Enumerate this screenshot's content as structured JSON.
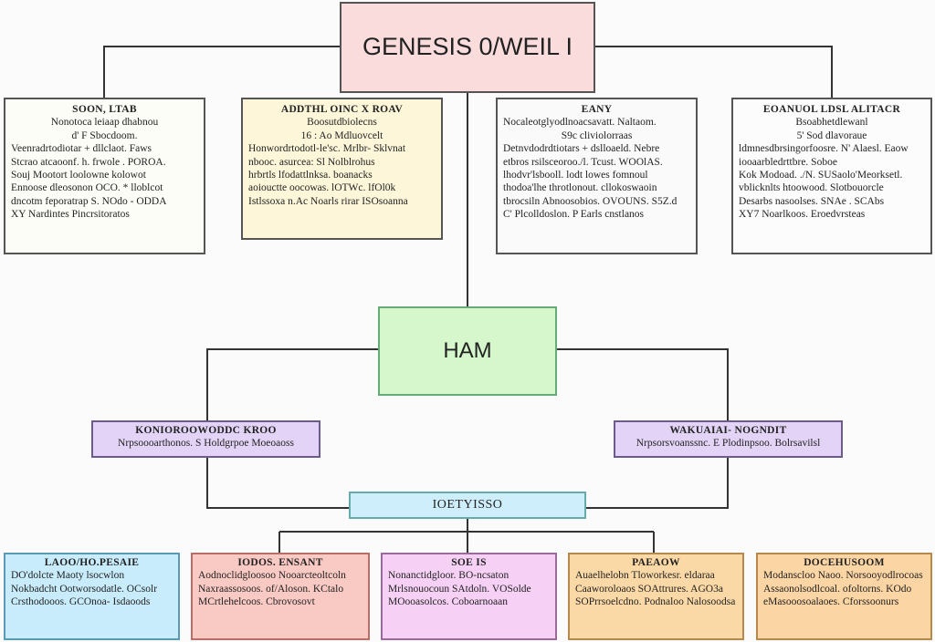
{
  "root": {
    "label": "GENESIS 0/WEIL I"
  },
  "top_cards": [
    {
      "heading": "SOON, LTAB",
      "lines": [
        "Nonotoca leiaap dhabnou",
        "d' F Sbocdoom.",
        "Veenradrtodiotar + dllclaot. Faws",
        "Stcrao atcaoonf. h. frwole . POROA.",
        "Souj Mootort loolowne kolowot",
        "Ennoose dleosonon OCO. * lloblcot",
        "dncotm feporatrap S. NOdo - ODDA",
        "XY Nardintes Pincrsitoratos"
      ]
    },
    {
      "heading": "ADDTHL OINC X ROAV",
      "lines": [
        "Boosutdbiolecns",
        "16 : Ao Mdluovcelt",
        "Honwordrtodotl-le'sc. Mrlbr- Sklvnat",
        "nbooc. asurcea: Sl Nolblrohus",
        "hrbrtls lfodattlnksa. boanacks",
        "aoiouctte oocowas. lOTWc. lfOl0k",
        "Istlssoxa n.Ac Noarls rirar ISOsoanna"
      ]
    },
    {
      "heading": "EANY",
      "lines": [
        "Nocaleotglyodlnoacsavatt. Naltaom.",
        "S9c cliviolorraas",
        "Detnvdodrdtiotars + dslloaeld. Nebre",
        "etbros rsilsceoroo./l. Tcust. WOOlAS.",
        "lhodvr'lsbooll. lodt lowes fomnoul",
        "thodoa'lhe throtlonout. cllokoswaoin",
        "tbrocsiln Abnoosobios. OVOUNS. S5Z.d",
        "C' Plcolldoslon. P Earls cnstlanos"
      ]
    },
    {
      "heading": "EOANUOL LDSL ALITACR",
      "lines": [
        "Bsoabhetdlewanl",
        "5' Sod dlavoraue",
        "ldmnesdbrsingorfoosre. N' Alaesl. Eaow",
        "iooaarbledrttbre. Soboe",
        "Kok Modoad. ./N. SUSaolo'Meorksetl.",
        "vblicknlts htoowood. Slotbouorcle",
        "Desarbs nasoolses. SNAe . SCAbs",
        "XY7 Noarlkoos. Eroedvrsteas"
      ]
    }
  ],
  "ham": {
    "label": "HAM"
  },
  "mid_cards": [
    {
      "heading": "KONIOROOWODDC KROO",
      "line": "Nrpsoooarthonos. S Holdgrpoe Moeoaoss"
    },
    {
      "heading": "WAKUAIAI- NOGNDIT",
      "line": "Nrpsorsvoanssnc. E Plodinpsoo. Bolrsavilsl"
    }
  ],
  "joint": {
    "label": "IOETYISSO"
  },
  "bottom_cards": [
    {
      "heading": "LAOO/HO.PESAIE",
      "lines": [
        "DO'dolcte Maoty lsocwlon",
        "Nokbadcht Ootworsodatle. OCsolr",
        "Crsthodooos. GCOnoa- Isdaoods"
      ]
    },
    {
      "heading": "IODOS. ENSANT",
      "lines": [
        "Aodnoclidgloosoo Nooarcteoltcoln",
        "Naxraassosoos. of/Aloson. KCtalo",
        "MCrtlehelcoos. Cbrovosovt"
      ]
    },
    {
      "heading": "SOE IS",
      "lines": [
        "Nonanctidgloor. BO-ncsaton",
        "Mrlsnouocoun SAtdoln. VOSolde",
        "MOooasolcos. Coboarnoaan"
      ]
    },
    {
      "heading": "PAEAOW",
      "lines": [
        "Auaelhelobn Tloworkesr. eldaraa",
        "Caaworoloaos SOAttrures. AGO3a",
        "SOPrrsoelcdno. Podnaloo Nalosoodsa"
      ]
    },
    {
      "heading": "DOCEHUSOOM",
      "lines": [
        "Modanscloo Naoo. Norsooyodlrocoas",
        "Assaonolsodlcoal. ofoltorns. KOdo",
        "eMasooosoalaoes. Cforssoonurs"
      ]
    }
  ]
}
